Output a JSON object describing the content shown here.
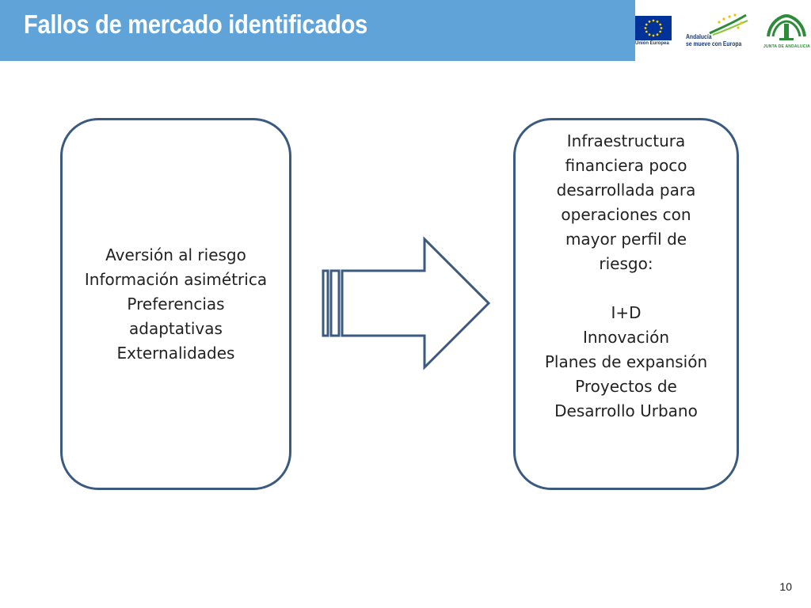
{
  "header": {
    "title": "Fallos de mercado identificados"
  },
  "logos": {
    "eu_label": "Unión Europea",
    "andalucia_line1": "Andalucía",
    "andalucia_line2": "se mueve con Europa",
    "junta_label": "JUNTA DE ANDALUCIA"
  },
  "diagram": {
    "left_box": {
      "lines": [
        "Aversión al riesgo",
        "Información asimétrica",
        "Preferencias",
        "adaptativas",
        "Externalidades"
      ]
    },
    "right_box": {
      "intro_lines": [
        "Infraestructura",
        "financiera poco",
        "desarrollada para",
        "operaciones con",
        "mayor perfil de",
        "riesgo:"
      ],
      "item_lines": [
        "I+D",
        "Innovación",
        "Planes de expansión",
        "Proyectos de",
        "Desarrollo Urbano"
      ]
    }
  },
  "footer": {
    "page_number": "10"
  },
  "colors": {
    "title_bar": "#5fa3d8",
    "box_border": "#3b5a80",
    "eu_blue": "#003399",
    "eu_star": "#ffcc00",
    "andalucia_green": "#2e8b3a"
  }
}
